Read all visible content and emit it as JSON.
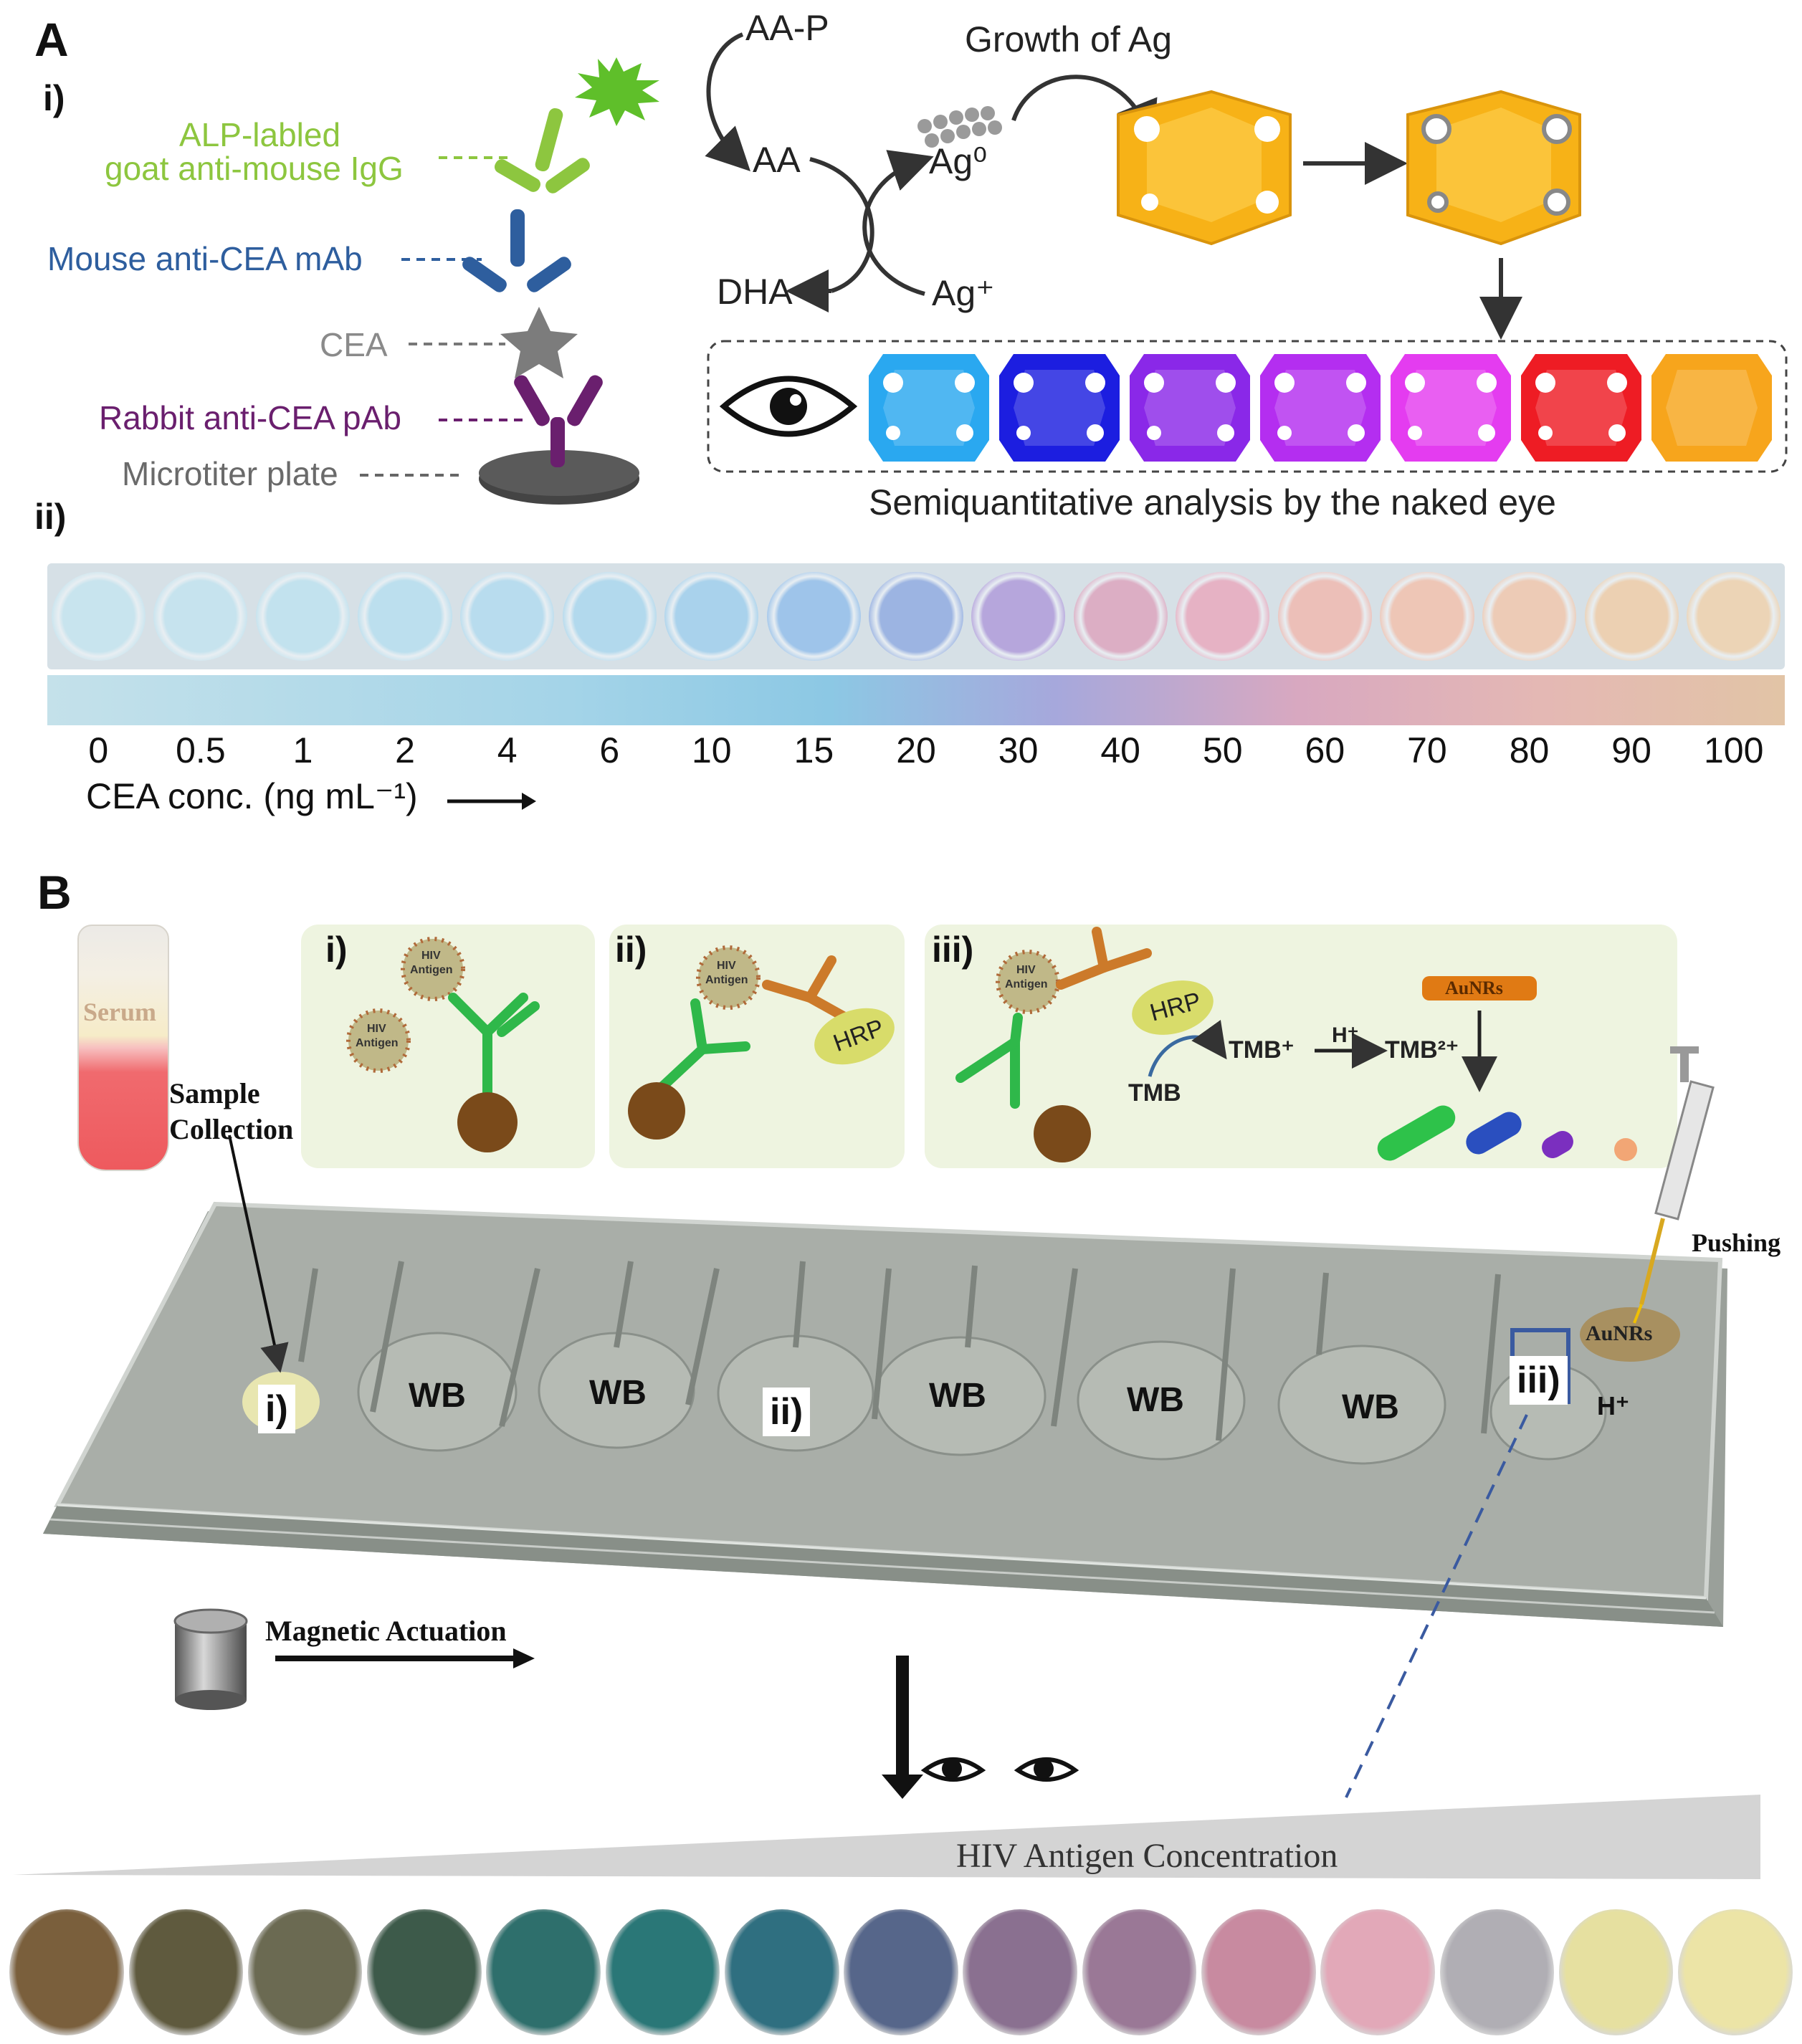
{
  "panel_a": {
    "letter": "A",
    "sub_i": "i)",
    "sub_ii": "ii)",
    "labels": {
      "alp": [
        "ALP-labled",
        "goat anti-mouse IgG"
      ],
      "mouse": "Mouse anti-CEA mAb",
      "cea": "CEA",
      "rabbit": "Rabbit anti-CEA pAb",
      "plate": "Microtiter plate"
    },
    "reaction": {
      "aap": "AA-P",
      "aa": "AA",
      "dha": "DHA",
      "ag0": "Ag⁰",
      "agplus": "Ag⁺",
      "growth": "Growth of Ag"
    },
    "naked_eye": "Semiquantitative analysis by the naked eye",
    "cube_colors": [
      "#2aa8f0",
      "#1c1ee0",
      "#8a28e8",
      "#b42ef0",
      "#e43cf0",
      "#ee1c24",
      "#f7a51c"
    ],
    "well_colors": [
      "#c8e4ee",
      "#c6e3ee",
      "#c2e2ee",
      "#bcdfee",
      "#b8dcee",
      "#b2d9ed",
      "#a9d2ec",
      "#9ec4ea",
      "#9cb4e2",
      "#b6a6dc",
      "#dcaec4",
      "#e6b2c4",
      "#ecbfb8",
      "#eec6b6",
      "#edcbb6",
      "#ecd0b2",
      "#ecd4b6"
    ],
    "conc_values": [
      "0",
      "0.5",
      "1",
      "2",
      "4",
      "6",
      "10",
      "15",
      "20",
      "30",
      "40",
      "50",
      "60",
      "70",
      "80",
      "90",
      "100"
    ],
    "conc_label": "CEA conc. (ng mL⁻¹)"
  },
  "panel_b": {
    "letter": "B",
    "serum": "Serum",
    "sample": [
      "Sample",
      "Collection"
    ],
    "box_i": "i)",
    "box_ii": "ii)",
    "box_iii": "iii)",
    "hiv_antigen": [
      "HIV",
      "Antigen"
    ],
    "hrp": "HRP",
    "tmb": "TMB",
    "tmbplus": "TMB⁺",
    "hplus": "H⁺",
    "tmb2": "TMB²⁺",
    "aunrs": "AuNRs",
    "pushing": "Pushing",
    "chip_tags": [
      "i)",
      "ii)",
      "iii)"
    ],
    "wb": "WB",
    "chip_hplus": "H⁺",
    "magnetic": "Magnetic Actuation",
    "hiv_conc": "HIV Antigen Concentration",
    "rod_colors": [
      "#2ec24a",
      "#2a4fbf",
      "#7b2fbf",
      "#f2a675"
    ],
    "well_colors": [
      "#7a5f3c",
      "#5f5a3e",
      "#6b6a52",
      "#3d5a4a",
      "#2e6f6c",
      "#2a7777",
      "#2f6f80",
      "#56668a",
      "#8a7090",
      "#9a7896",
      "#c88aa0",
      "#e2a8b8",
      "#b0aeb4",
      "#e6e0a0",
      "#ece4a6"
    ]
  }
}
